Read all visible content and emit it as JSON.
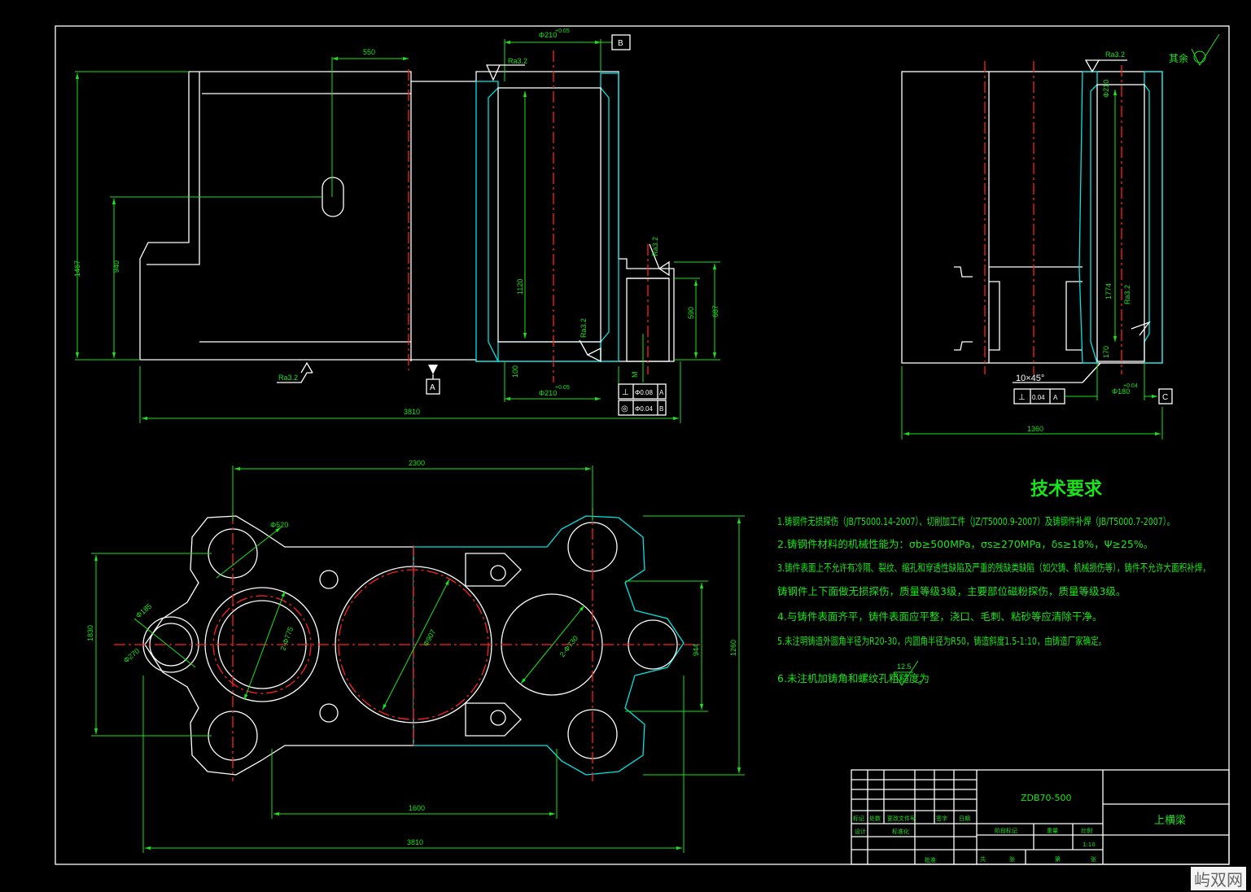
{
  "front_view": {
    "dims": {
      "d_550": "550",
      "d_bore_top": "Φ210",
      "d_bore_top_tol": "+0.05",
      "d_1467": "1467",
      "d_940": "940",
      "d_1120": "1120",
      "d_590": "590",
      "d_687": "687",
      "d_3810": "3810",
      "d_100": "100",
      "d_bore_bot": "Φ210",
      "d_bore_bot_tol": "+0.05",
      "d_m": "M",
      "rough_ra32_a": "Ra3.2",
      "rough_ra32_b": "Ra3.2",
      "rough_ra32_c": "Ra3.2",
      "rough_ra32_d": "Ra3.2"
    },
    "datum_a": "A",
    "datum_b": "B",
    "tol_perp_sym": "⊥",
    "tol_perp_val": "Φ0.08",
    "tol_perp_ref": "A",
    "tol_conc_sym": "◎",
    "tol_conc_val": "Φ0.04",
    "tol_conc_ref": "B"
  },
  "side_view": {
    "rough_ra32": "Ra3.2",
    "rough_rest_label": "其余",
    "d_top": "Φ210",
    "d_1774": "1774",
    "d_ra_side": "Ra3.2",
    "d_bottom": "170",
    "chamfer": "10×45°",
    "tol_perp_sym": "⊥",
    "tol_perp_val": "0.04",
    "tol_perp_ref": "A",
    "d_bore": "Φ180",
    "d_bore_tol": "+0.04",
    "datum_c": "C",
    "d_width": "1360"
  },
  "plan_view": {
    "d_2300": "2300",
    "d_1830": "1830",
    "d_1260": "1260",
    "d_944": "944",
    "d_1600": "1600",
    "d_3810": "3810",
    "d_phi_small": "Φ520",
    "d_phi_left1": "Φ185",
    "d_phi_left2": "Φ270",
    "d_2phi_775": "2-Φ775",
    "d_phi_907": "Φ907",
    "d_2phi_730": "2-Φ730"
  },
  "tech_notes": {
    "title": "技术要求",
    "n1": "1.铸钢件无损探伤（JB/T5000.14-2007）、切削加工件（JZ/T5000.9-2007）及铸钢件补焊（JB/T5000.7-2007）。",
    "n2": "2.铸钢件材料的机械性能为：σb≥500MPa，σs≥270MPa，δs≥18%，Ψ≥25%。",
    "n3": "3.铸件表面上不允许有冷隔、裂纹、缩孔和穿透性缺陷及严重的残缺类缺陷（如欠铸、机械损伤等），铸件不允许大面积补焊，",
    "n3b": "铸钢件上下面做无损探伤，质量等级3级，主要部位磁粉探伤，质量等级3级。",
    "n4": "4.与铸件表面齐平，铸件表面应平整，浇口、毛刺、粘砂等应清除干净。",
    "n5": "5.未注明铸造外圆角半径为R20-30，内圆角半径为R50，铸造斜度1.5-1:10，由铸造厂家确定。",
    "n6": "6.未注机加铸角和螺纹孔粗糙度为",
    "n6_ra": "12.5",
    "n6_end": "。"
  },
  "title_block": {
    "drawing_no": "ZDB70-500",
    "part_name": "上横梁",
    "scale": "1:10",
    "h_mark": "标记",
    "h_count": "处数",
    "h_zone": "更改文件号",
    "h_sign": "签字",
    "h_date": "日期",
    "h_design": "设计",
    "h_std": "标准化",
    "h_stage": "阶段标记",
    "h_weight": "重量",
    "h_ratio": "比例",
    "h_total": "共",
    "h_sheet": "张",
    "h_no": "第",
    "h_approve": "批准"
  },
  "watermark": "屿双网"
}
